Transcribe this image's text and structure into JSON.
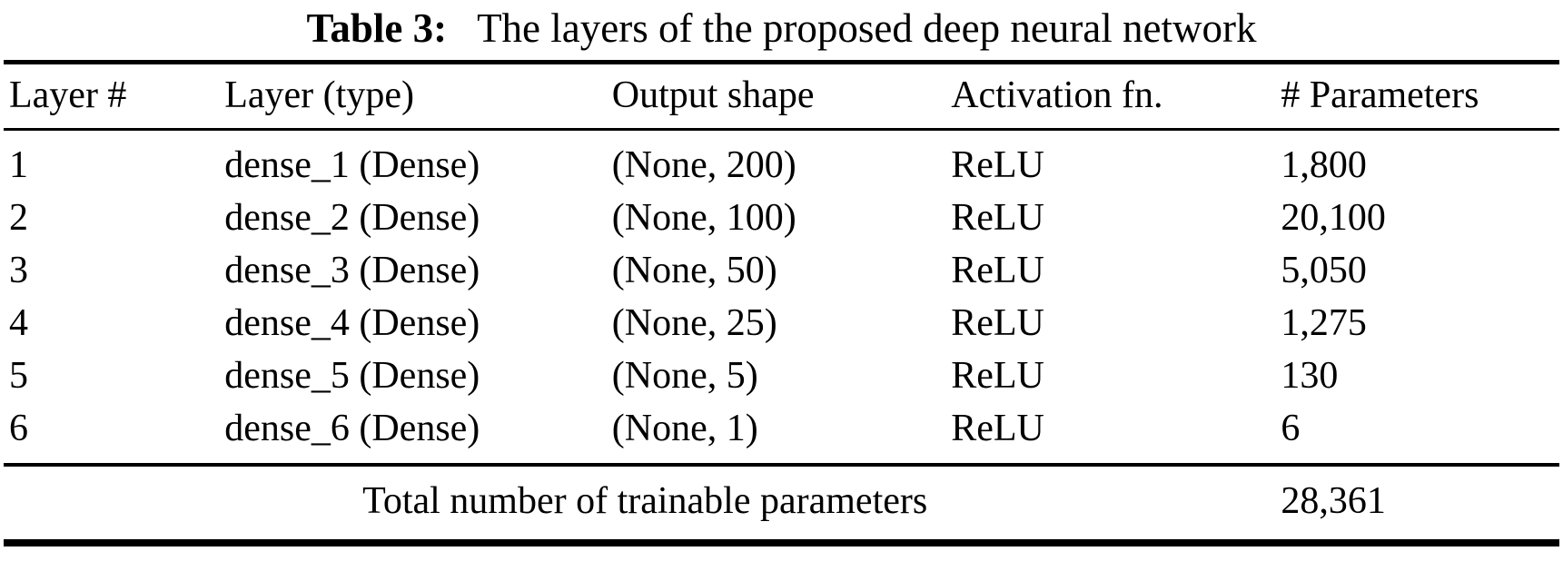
{
  "caption": {
    "label": "Table 3:",
    "text": "The layers of the proposed deep neural network"
  },
  "table": {
    "columns": [
      "Layer #",
      "Layer (type)",
      "Output shape",
      "Activation fn.",
      "# Parameters"
    ],
    "rows": [
      [
        "1",
        "dense_1 (Dense)",
        "(None, 200)",
        "ReLU",
        "1,800"
      ],
      [
        "2",
        "dense_2 (Dense)",
        "(None, 100)",
        "ReLU",
        "20,100"
      ],
      [
        "3",
        "dense_3 (Dense)",
        "(None, 50)",
        "ReLU",
        "5,050"
      ],
      [
        "4",
        "dense_4 (Dense)",
        "(None, 25)",
        "ReLU",
        "1,275"
      ],
      [
        "5",
        "dense_5 (Dense)",
        "(None, 5)",
        "ReLU",
        "130"
      ],
      [
        "6",
        "dense_6 (Dense)",
        "(None, 1)",
        "ReLU",
        "6"
      ]
    ],
    "footer": {
      "label": "Total number of trainable parameters",
      "total": "28,361"
    }
  },
  "colors": {
    "text": "#000000",
    "background": "#ffffff",
    "rule": "#000000"
  }
}
